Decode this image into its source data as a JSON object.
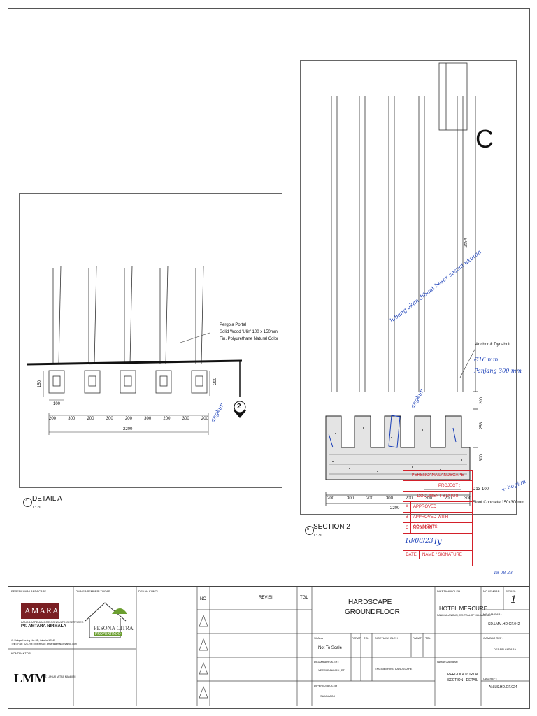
{
  "detail_a": {
    "note_line1": "Pergola Portal",
    "note_line2": "Solid Wood 'Ulin' 100 x 150mm",
    "note_line3": "Fin. Polyurethane Natural Color",
    "dim_150": "150",
    "dim_200": "200",
    "dim_100": "100",
    "spacing": [
      "200",
      "300",
      "200",
      "300",
      "200",
      "300",
      "200",
      "300",
      "200"
    ],
    "total": "2200",
    "section_marker": "2",
    "title": "DETAIL A",
    "number": "4",
    "scale": "1 : 20",
    "handwritten": "angkur"
  },
  "section_2": {
    "grid_letter": "C",
    "dim_2594": "2594",
    "anchor_note": "Anchor & Dynabolt",
    "dim_200": "200",
    "dim_256": "256",
    "dim_300": "300",
    "spacing": [
      "200",
      "300",
      "200",
      "300",
      "200",
      "300",
      "200",
      "300"
    ],
    "total": "2200",
    "d13_note": "D13-100",
    "sloof_note": "Sloof Concrete 150x300mm",
    "title": "SECTION 2",
    "number": "5",
    "scale": "1 : 30",
    "hw_note1": "lubang akan dibuat besar sesuai ukuran",
    "hw_note2": "Ø16 mm",
    "hw_note3": "Panjang 300 mm",
    "hw_note4": "angkur",
    "hw_note5": "+ bagian"
  },
  "stamp": {
    "header": "PERENCANA LANDSCAPE",
    "project": "PROJECT :",
    "status_title": "DOCUMENT STATUS",
    "rows": [
      {
        "code": "A",
        "label": "APPROVED"
      },
      {
        "code": "B",
        "label": "APPROVED WITH COMMENTS"
      },
      {
        "code": "C",
        "label": "RESUBMIT"
      }
    ],
    "date_label": "DATE",
    "name_label": "NAME / SIGNATURE",
    "hw_date": "18/08/23",
    "hw_sign": "ly",
    "hw_top_date": "18-08-23"
  },
  "titleblock": {
    "perencana_label": "PERENCANA LANDSCAPE",
    "amara_name": "AMARA",
    "amara_sub": "LANDSCAPE & MORE CONSULTING SERVICES",
    "amara_company": "PT. AMTARA NIRMALA",
    "amara_address": "Jl. Kelapa Kuning No. 8B, Jakarta 12345",
    "amara_contact": "Telp / Fax : 021-7xx xxxx  email : amtaranirmala@yahoo.com",
    "owner_label": "OWNER/PEMBERI TUGAS",
    "owner_name": "PESONA CITRA",
    "owner_sub": "PROPERTINDO",
    "denah_label": "DENAH KUNCI",
    "kontraktor_label": "KONTRAKTOR",
    "lmm": "LMM",
    "lmm_sub": "PT. LUHUR MITRA MANDIRI",
    "col_no": "NO",
    "col_revisi": "REVISI",
    "col_tgl": "TGL",
    "drawing_title1": "HARDSCAPE",
    "drawing_title2": "GROUNDFLOOR",
    "skala_label": "SKALA :",
    "skala_value": "Not To Scale",
    "paraf": "PARAF",
    "tgl": "TGL",
    "disetujui": "DISETUJUI OLEH :",
    "digambar_label": "DIGAMBAR OLEH :",
    "digambar_value": "YESRI RAHMAN, ST",
    "engineering": "ENGINEERING LANDSCAPE",
    "diperiksa_label": "DIPERIKSA OLEH :",
    "diperiksa_value": "SUMYANNI",
    "diketahui_label": "DIKETAHUI OLEH",
    "hotel": "HOTEL MERCURE",
    "hotel_sub": "PANGKALAN BUN, CENTRAL OF KALIMANTAN",
    "nama_gambar_label": "NAMA GAMBAR :",
    "nama_gambar1": "PERGOLA PORTAL",
    "nama_gambar2": "SECTION - DETAIL",
    "no_lembar_label": "NO LEMBAR :",
    "revisi_label": "REVISI :",
    "revisi_value": "1",
    "no_gambar_label": "NO GAMBAR :",
    "no_gambar_value": "SD.LMM.HD.GF.042",
    "gambar_ref_label": "GAMBAR REF :",
    "gambar_ref_value": "DESAIN AMTARA",
    "cad_ref_label": "CAD REF :",
    "cad_ref_value": "AN.LS.HD.GF.024"
  }
}
